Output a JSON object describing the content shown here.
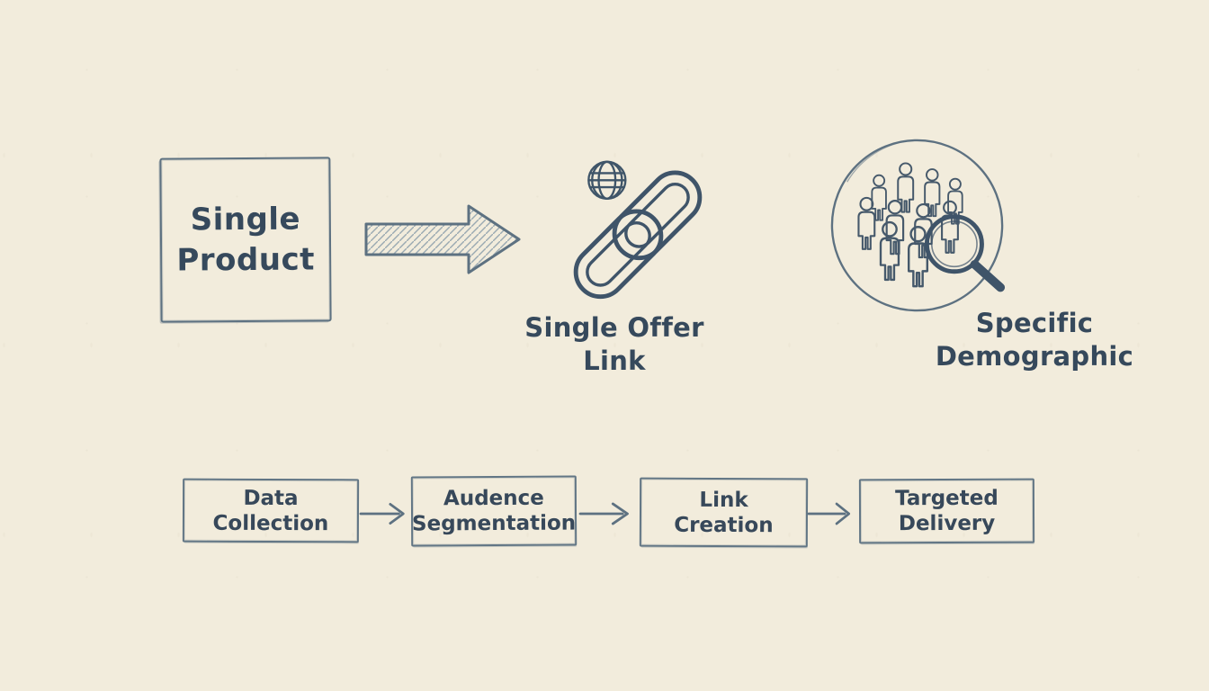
{
  "page": {
    "background": "#f2ecdc",
    "ink": "#36495c",
    "stroke": "#5d7181",
    "hatch": "#9aa9b2"
  },
  "hero": {
    "product_box": {
      "line1": "Single",
      "line2": "Product"
    },
    "offer": {
      "line1": "Single Offer",
      "line2": "Link"
    },
    "demographic": {
      "line1": "Specific",
      "line2": "Demographic"
    }
  },
  "flow": {
    "steps": [
      {
        "label": "Data Collection"
      },
      {
        "label": "Audence Segmentation"
      },
      {
        "label": "Link Creation"
      },
      {
        "label": "Targeted Delivery"
      }
    ]
  },
  "icons": {
    "globe": "globe-icon",
    "chain": "chain-link-icon",
    "crowd": "crowd-icon",
    "magnifier": "magnifier-icon",
    "block_arrow": "block-arrow-icon",
    "flow_arrow": "arrow-right-icon"
  }
}
